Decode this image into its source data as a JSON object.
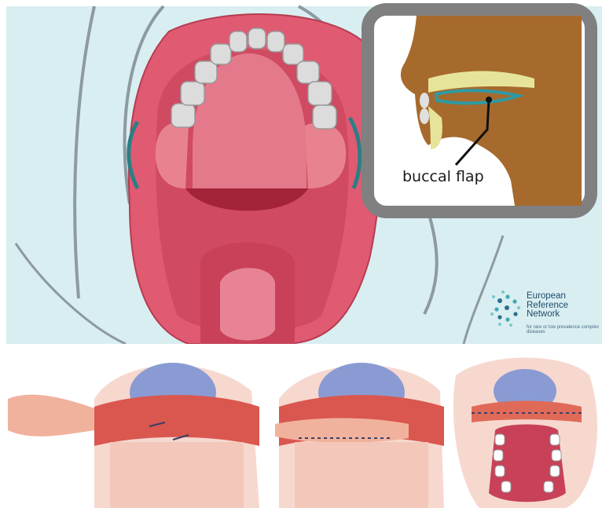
{
  "inset": {
    "label": "buccal flap"
  },
  "logo": {
    "line1": "European",
    "line2": "Reference",
    "line3": "Network",
    "tagline": "for rare or low prevalence complex diseases"
  },
  "colors": {
    "background": "#d9eef0",
    "outline": "#8d9aa0",
    "gum": "#e05a72",
    "palate": "#dc7084",
    "tooth": "#dcdcdc",
    "flap_line": "#2e9aa3",
    "inset_frame": "#808080",
    "inset_bone": "#a66a2d",
    "inset_soft": "#e6e49a"
  },
  "icons": [
    "ern-logo-icon"
  ]
}
